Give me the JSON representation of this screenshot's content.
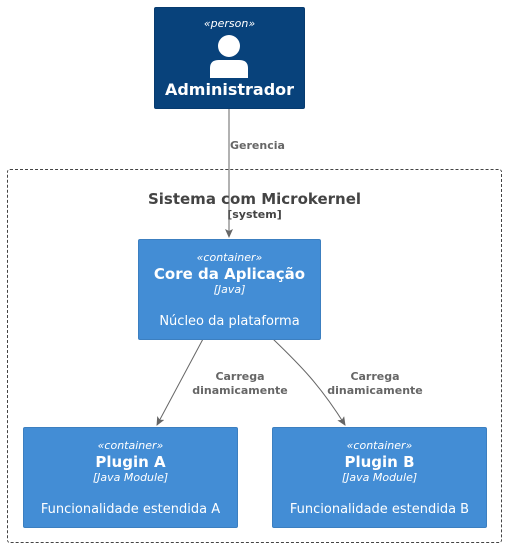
{
  "person": {
    "stereotype": "«person»",
    "name": "Administrador"
  },
  "boundary": {
    "title": "Sistema com Microkernel",
    "type": "[system]"
  },
  "core": {
    "stereotype": "«container»",
    "name": "Core da Aplicação",
    "tech": "[Java]",
    "desc": "Núcleo da plataforma"
  },
  "plugin_a": {
    "stereotype": "«container»",
    "name": "Plugin A",
    "tech": "[Java Module]",
    "desc": "Funcionalidade estendida A"
  },
  "plugin_b": {
    "stereotype": "«container»",
    "name": "Plugin B",
    "tech": "[Java Module]",
    "desc": "Funcionalidade estendida B"
  },
  "edges": {
    "manages": "Gerencia",
    "loads_a": "Carrega dinamicamente",
    "loads_b": "Carrega dinamicamente"
  },
  "colors": {
    "person": "#08427b",
    "container": "#438dd5",
    "edge": "#666666"
  }
}
